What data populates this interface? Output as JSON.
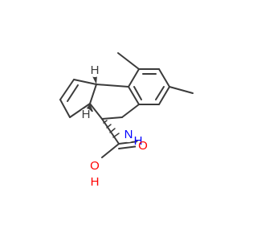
{
  "atoms": {
    "nitrogen": {
      "label": "N",
      "color": "#0000ff"
    },
    "hydrogen_on_n": {
      "label": "H",
      "color": "#0000ff"
    },
    "carbonyl_oxygen": {
      "label": "O",
      "color": "#ff0000"
    },
    "hydroxyl_oxygen": {
      "label": "O",
      "color": "#ff0000"
    },
    "hydroxyl_hydrogen": {
      "label": "H",
      "color": "#ff0000"
    },
    "stereo_h_top": {
      "label": "H",
      "color": "#3b3b3b"
    },
    "stereo_h_bottom": {
      "label": "H",
      "color": "#3b3b3b"
    }
  },
  "colors": {
    "bond": "#3b3b3b",
    "background": "#ffffff"
  }
}
